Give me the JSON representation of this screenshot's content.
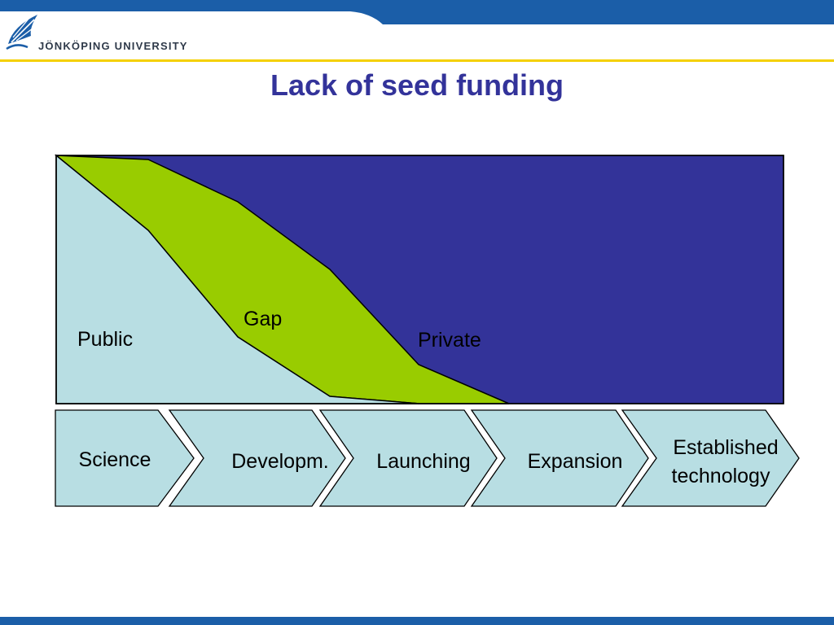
{
  "header": {
    "university_name": "JÖNKÖPING UNIVERSITY",
    "colors": {
      "top_bar": "#1b5ea8",
      "accent_line": "#f5d000",
      "logo": "#1b5ea8"
    }
  },
  "slide": {
    "title": "Lack of seed funding"
  },
  "diagram": {
    "regions": [
      {
        "label": "Public",
        "color": "#b8dee3"
      },
      {
        "label": "Gap",
        "color": "#99cc00"
      },
      {
        "label": "Private",
        "color": "#333399"
      }
    ],
    "stages": [
      {
        "label": "Science"
      },
      {
        "label": "Developm."
      },
      {
        "label": "Launching"
      },
      {
        "label": "Expansion"
      },
      {
        "label_line1": "Established",
        "label_line2": "technology"
      }
    ],
    "stage_color": "#b8dee3"
  }
}
